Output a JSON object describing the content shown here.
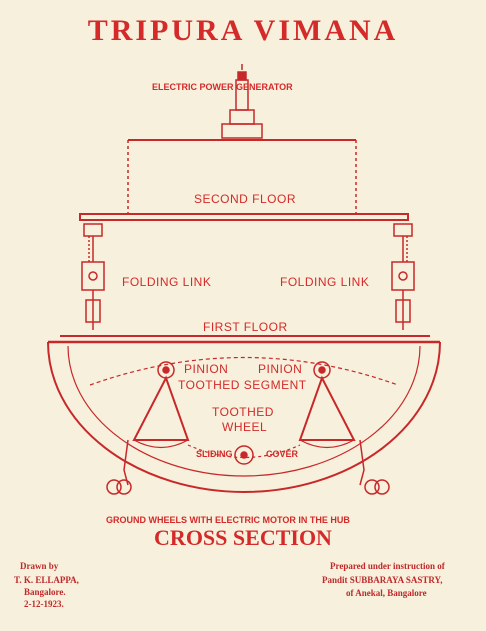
{
  "title": "TRIPURA VIMANA",
  "labels": {
    "generator": "ELECTRIC POWER GENERATOR",
    "second_floor": "SECOND FLOOR",
    "folding_link_left": "FOLDING LINK",
    "folding_link_right": "FOLDING LINK",
    "first_floor": "FIRST FLOOR",
    "pinion_left": "PINION",
    "pinion_right": "PINION",
    "toothed_segment": "TOOTHED SEGMENT",
    "toothed_wheel_1": "TOOTHED",
    "toothed_wheel_2": "WHEEL",
    "sliding": "SLIDING",
    "cover": "COVER",
    "ground_wheels": "GROUND WHEELS WITH ELECTRIC MOTOR IN THE HUB"
  },
  "section_title": "CROSS SECTION",
  "credits": {
    "drawn_by": "Drawn by",
    "drawn_name": "T. K. ELLAPPA,",
    "drawn_city": "Bangalore.",
    "drawn_date": "2-12-1923.",
    "prepared": "Prepared under instruction of",
    "prepared_name": "Pandit SUBBARAYA SASTRY,",
    "prepared_place": "of Anekal, Bangalore"
  },
  "colors": {
    "ink": "#d42a2a",
    "paper": "#f6f0dc"
  }
}
